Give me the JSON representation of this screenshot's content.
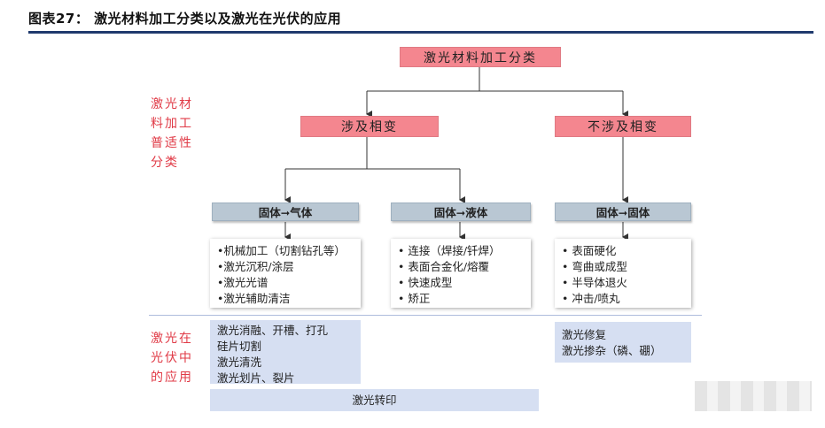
{
  "figure": {
    "title": "图表27：  激光材料加工分类以及激光在光伏的应用"
  },
  "root": {
    "label": "激光材料加工分类"
  },
  "side_labels": {
    "top": [
      "激光材",
      "料加工",
      "普适性",
      "分类"
    ],
    "bottom": [
      "激光在",
      "光伏中",
      "的应用"
    ]
  },
  "level2": {
    "left": {
      "label": "涉及相变"
    },
    "right": {
      "label": "不涉及相变"
    }
  },
  "level3": [
    {
      "label": "固体➞气体",
      "items": [
        "•机械加工（切割钻孔等）",
        "•激光沉积/涂层",
        "•激光光谱",
        "•激光辅助清洁"
      ]
    },
    {
      "label": "固体➞液体",
      "items": [
        "• 连接（焊接/钎焊）",
        "• 表面合金化/熔覆",
        "• 快速成型",
        "• 矫正"
      ]
    },
    {
      "label": "固体➞固体",
      "items": [
        "• 表面硬化",
        "• 弯曲或成型",
        "• 半导体退火",
        "• 冲击/喷丸"
      ]
    }
  ],
  "pv_apps": {
    "left": [
      "激光消融、开槽、打孔",
      "硅片切割",
      "激光清洗",
      "激光划片、裂片"
    ],
    "right": [
      "激光修复",
      "激光掺杂（磷、硼）"
    ],
    "bottom": "激光转印"
  },
  "colors": {
    "title_rule": "#1f3a6d",
    "red_box": "#f4868f",
    "blue_box": "#b9c7d3",
    "lavender_box": "#d6dff2",
    "side_label": "#e03a46"
  }
}
